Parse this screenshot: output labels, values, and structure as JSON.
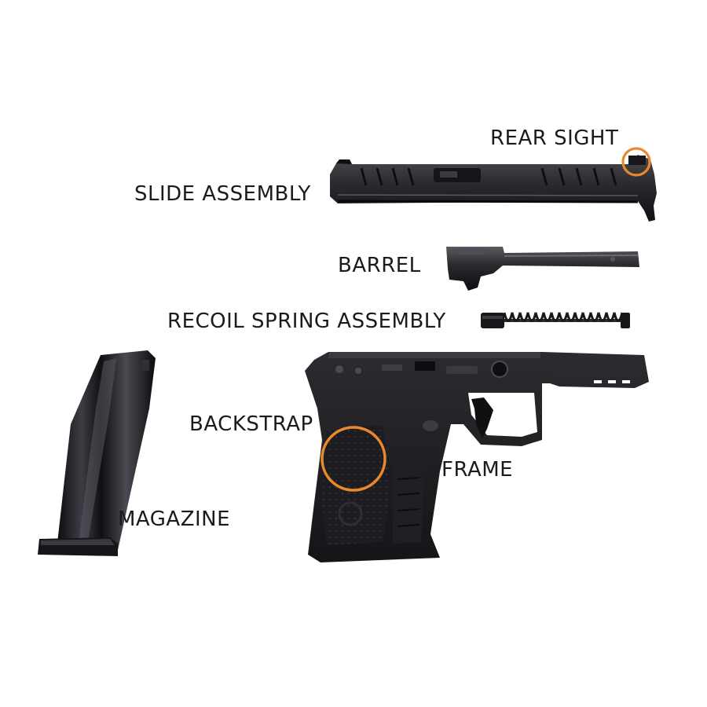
{
  "labels": {
    "rear_sight": "REAR SIGHT",
    "slide_assembly": "SLIDE ASSEMBLY",
    "barrel": "BARREL",
    "recoil_spring_assembly": "RECOIL SPRING ASSEMBLY",
    "backstrap": "BACKSTRAP",
    "frame": "FRAME",
    "magazine": "MAGAZINE"
  },
  "colors": {
    "highlight": "#e8892b",
    "part": "#1c1c1e",
    "part_dark": "#0e0e10",
    "part_light": "#3a3a3e",
    "text": "#1b1b1b",
    "background": "#ffffff"
  },
  "icons": {
    "slide": "slide-assembly-icon",
    "barrel": "barrel-icon",
    "spring": "recoil-spring-icon",
    "frame": "pistol-frame-icon",
    "magazine": "magazine-icon"
  }
}
